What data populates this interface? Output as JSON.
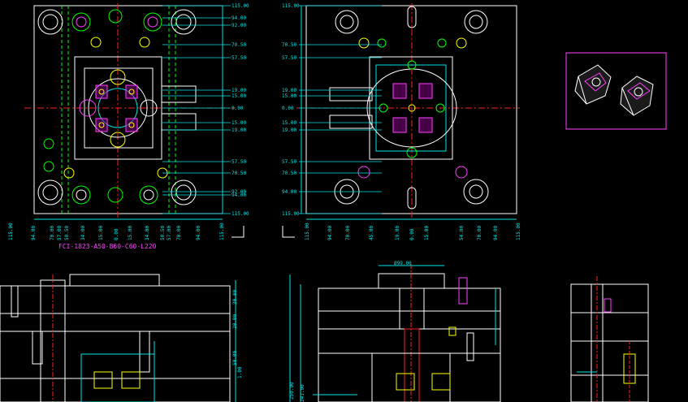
{
  "drawing": {
    "caption": "FCI-1823-A50-B60-C60-L220",
    "colors": {
      "background": "#000000",
      "outline": "#ffffff",
      "dimension": "#00e5e5",
      "center": "#ff2020",
      "part": "#ff40ff",
      "guide": "#00ff00",
      "bolt": "#ffff00"
    },
    "view1": {
      "right_dims": [
        "115.00",
        "94.00",
        "92.00",
        "70.50",
        "57.50",
        "19.00",
        "15.00",
        "0.00",
        "15.00",
        "19.00",
        "57.50",
        "70.50",
        "92.00",
        "94.00",
        "115.00"
      ],
      "bottom_dims": [
        "115.00",
        "94.00",
        "70.00",
        "57.00",
        "50.50",
        "34.00",
        "15.00",
        "0.00",
        "15.00",
        "34.00",
        "50.50",
        "57.00",
        "70.00",
        "94.00",
        "115.00"
      ]
    },
    "view2": {
      "left_dims": [
        "115.00",
        "70.50",
        "57.50",
        "19.00",
        "15.00",
        "0.00",
        "15.00",
        "19.00",
        "57.50",
        "70.50",
        "94.00",
        "115.00"
      ],
      "bottom_dims": [
        "115.00",
        "94.00",
        "70.00",
        "45.00",
        "19.00",
        "0.00",
        "15.00",
        "54.00",
        "70.00",
        "94.00",
        "115.00"
      ]
    },
    "section1_dims": [
      "30.00",
      "20.00",
      "50.00",
      "1.00"
    ],
    "section2_dims": [
      "Ø99.00",
      "250.00",
      "241.00"
    ],
    "preview_icon": "mold-part-3d-preview"
  }
}
